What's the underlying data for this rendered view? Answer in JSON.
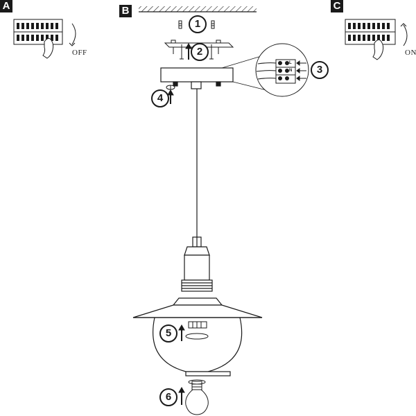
{
  "panels": {
    "a": {
      "label": "A",
      "switch_state": "OFF"
    },
    "b": {
      "label": "B"
    },
    "c": {
      "label": "C",
      "switch_state": "ON"
    }
  },
  "steps": [
    "1",
    "2",
    "3",
    "4",
    "5",
    "6"
  ],
  "terminal_letters": [
    "L",
    "N",
    ""
  ],
  "colors": {
    "line": "#1a1a1a",
    "bg": "#ffffff"
  }
}
